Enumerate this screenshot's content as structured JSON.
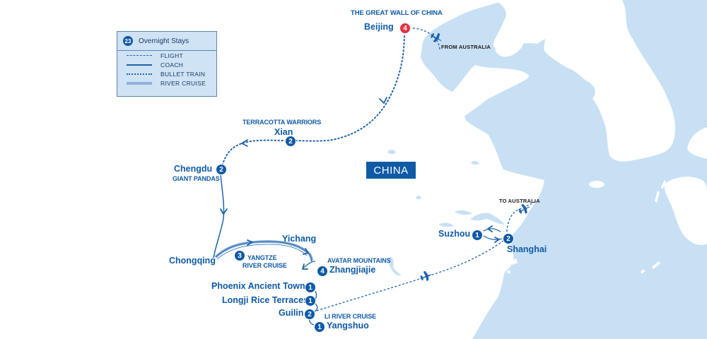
{
  "map": {
    "country_label": "CHINA",
    "colors": {
      "sea": "#c8e0f4",
      "land": "#ffffff",
      "route": "#1e63ad",
      "river_cruise": "#8fb4db",
      "badge": "#0f5aa6",
      "start_badge": "#e2343f"
    }
  },
  "legend": {
    "total_nights": "23",
    "title": "Overnight Stays",
    "items": [
      {
        "label": "FLIGHT",
        "style": "dashed"
      },
      {
        "label": "COACH",
        "style": "solid"
      },
      {
        "label": "BULLET TRAIN",
        "style": "dotted"
      },
      {
        "label": "RIVER CRUISE",
        "style": "thick-light"
      }
    ]
  },
  "stops": [
    {
      "name": "Beijing",
      "nights": "4",
      "highlight": "THE GREAT WALL OF CHINA",
      "start": true
    },
    {
      "name": "Xian",
      "nights": "2",
      "highlight": "TERRACOTTA WARRIORS"
    },
    {
      "name": "Chengdu",
      "nights": "2",
      "highlight": "GIANT PANDAS"
    },
    {
      "name": "Chongqing"
    },
    {
      "name": "Yichang"
    },
    {
      "name": "Zhangjiajie",
      "nights": "4",
      "highlight": "AVATAR MOUNTAINS"
    },
    {
      "name": "Phoenix Ancient Town",
      "nights": "1"
    },
    {
      "name": "Longji Rice Terraces",
      "nights": "1"
    },
    {
      "name": "Guilin",
      "nights": "2",
      "highlight": "LI RIVER CRUISE"
    },
    {
      "name": "Yangshuo",
      "nights": "1"
    },
    {
      "name": "Suzhou",
      "nights": "1"
    },
    {
      "name": "Shanghai",
      "nights": "2"
    }
  ],
  "river_cruise": {
    "nights": "3",
    "line1": "YANGTZE",
    "line2": "RIVER CRUISE"
  },
  "flights": {
    "arrival": "FROM AUSTRALIA",
    "departure": "TO AUSTRALIA"
  }
}
